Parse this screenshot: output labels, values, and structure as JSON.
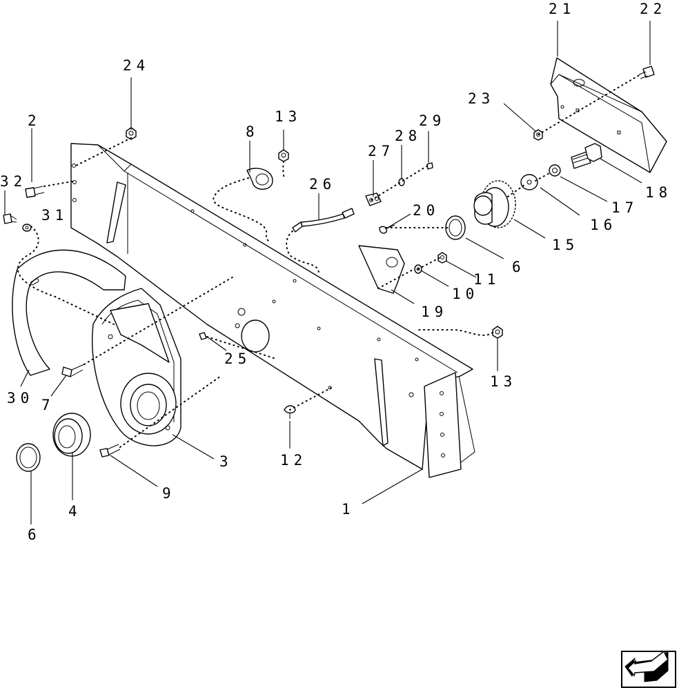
{
  "diagram": {
    "type": "exploded-parts-view",
    "callouts": [
      {
        "id": "c1",
        "text": "1"
      },
      {
        "id": "c2",
        "text": "2"
      },
      {
        "id": "c3",
        "text": "3"
      },
      {
        "id": "c4",
        "text": "4"
      },
      {
        "id": "c6a",
        "text": "6"
      },
      {
        "id": "c6b",
        "text": "6"
      },
      {
        "id": "c7",
        "text": "7"
      },
      {
        "id": "c8",
        "text": "8"
      },
      {
        "id": "c9",
        "text": "9"
      },
      {
        "id": "c10",
        "text": "10"
      },
      {
        "id": "c11",
        "text": "11"
      },
      {
        "id": "c12",
        "text": "12"
      },
      {
        "id": "c13a",
        "text": "13"
      },
      {
        "id": "c13b",
        "text": "13"
      },
      {
        "id": "c15",
        "text": "15"
      },
      {
        "id": "c16",
        "text": "16"
      },
      {
        "id": "c17",
        "text": "17"
      },
      {
        "id": "c18",
        "text": "18"
      },
      {
        "id": "c19",
        "text": "19"
      },
      {
        "id": "c20",
        "text": "20"
      },
      {
        "id": "c21",
        "text": "21"
      },
      {
        "id": "c22",
        "text": "22"
      },
      {
        "id": "c23",
        "text": "23"
      },
      {
        "id": "c24",
        "text": "24"
      },
      {
        "id": "c25",
        "text": "25"
      },
      {
        "id": "c26",
        "text": "26"
      },
      {
        "id": "c27",
        "text": "27"
      },
      {
        "id": "c28",
        "text": "28"
      },
      {
        "id": "c29",
        "text": "29"
      },
      {
        "id": "c30",
        "text": "30"
      },
      {
        "id": "c31",
        "text": "31"
      },
      {
        "id": "c32",
        "text": "32"
      }
    ],
    "navigation": {
      "icon": "previous-page-arrow-icon"
    }
  }
}
